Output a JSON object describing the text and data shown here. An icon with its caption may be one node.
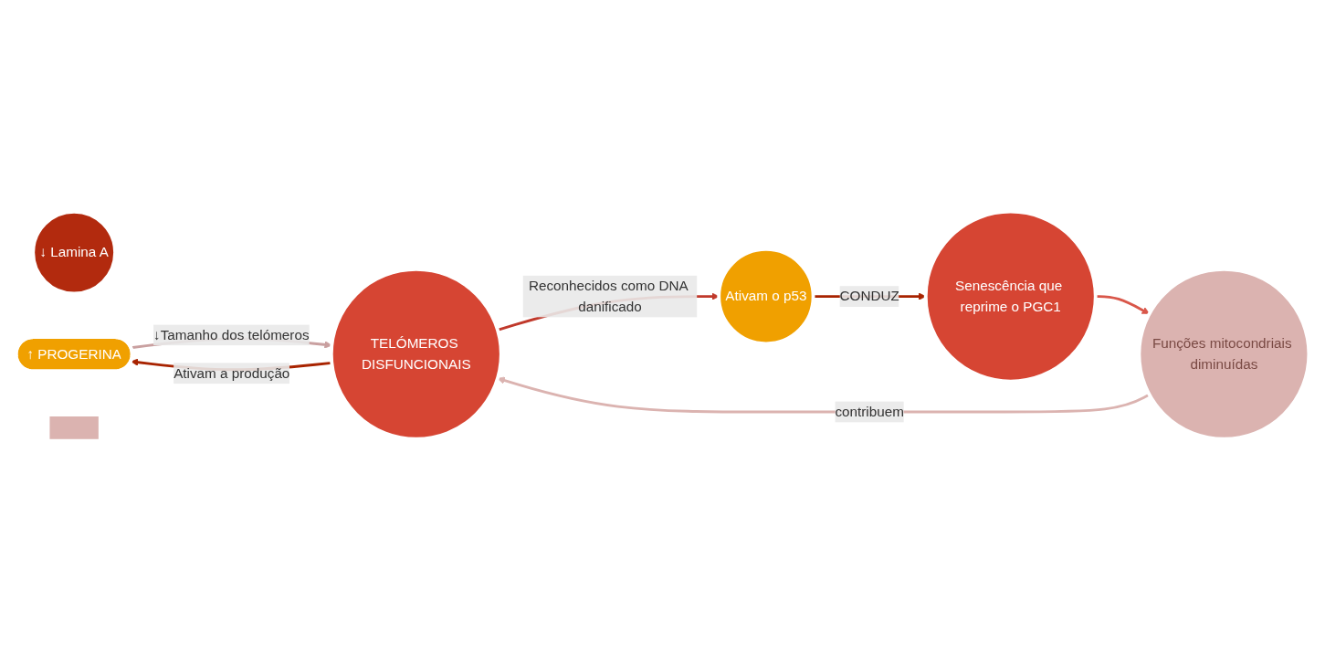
{
  "diagram": {
    "nodes": [
      {
        "text": [
          "↓ Lamina A"
        ]
      },
      {
        "text": [
          "↑ PROGERINA"
        ]
      },
      {
        "text": [
          "TELÓMEROS DISFUNCIONAIS"
        ]
      },
      {
        "text": [
          "Ativam o p53"
        ]
      },
      {
        "text": [
          "Senescência que reprime o PGC1"
        ]
      },
      {
        "text": [
          "Funções mitocondriais diminuídas"
        ]
      },
      {
        "text": [],
        "shape": "plus"
      }
    ],
    "edges": [
      {
        "from": 1,
        "to": 2,
        "arrow": "to",
        "label": "↓Tamanho dos telómeros",
        "color": "#c9a0a0"
      },
      {
        "from": 2,
        "to": 3,
        "arrow": "to",
        "label": "Reconhecidos como DNA danificado",
        "color": "#c0392b"
      },
      {
        "from": 3,
        "to": 4,
        "arrow": "to",
        "label": "CONDUZ",
        "color": "#a82300"
      },
      {
        "from": 4,
        "to": 5,
        "arrow": "to",
        "color": "#d9574a"
      },
      {
        "from": 5,
        "to": 2,
        "arrow": "to",
        "label": "contribuem",
        "color": "#dbb3b0"
      },
      {
        "from": 2,
        "to": 1,
        "arrow": "to",
        "label": "Ativam a produção",
        "color": "#a82300"
      }
    ]
  }
}
